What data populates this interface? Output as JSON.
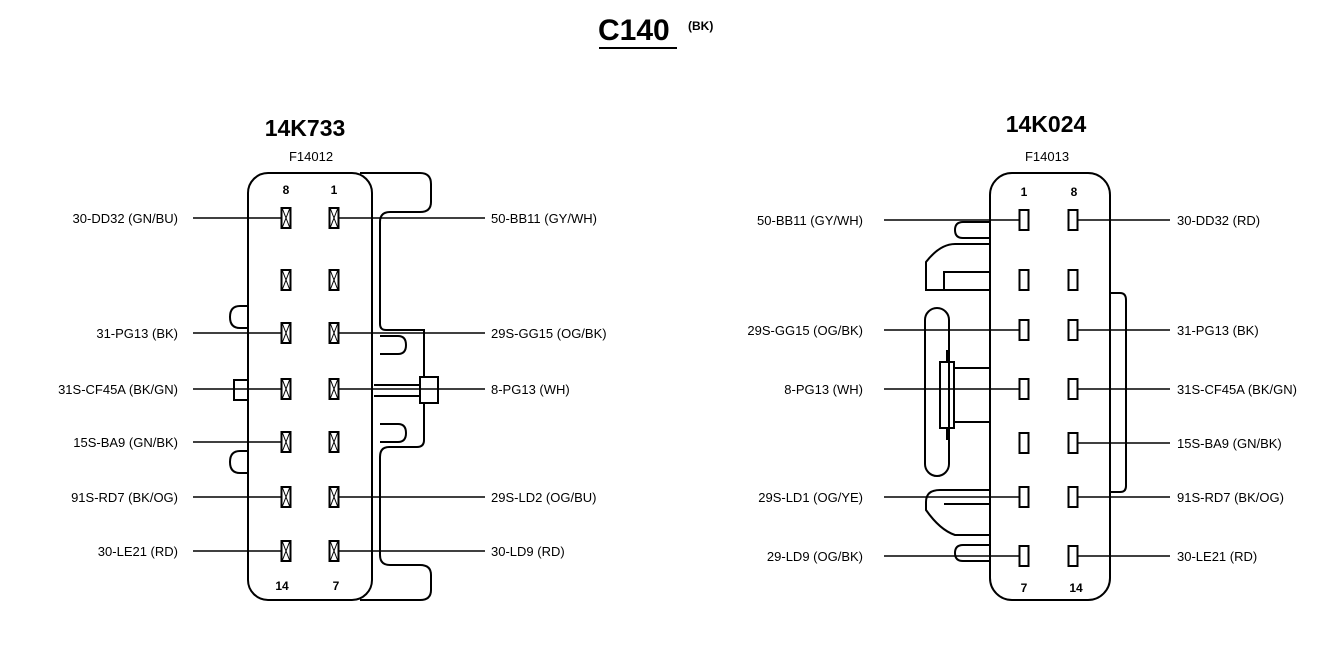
{
  "header": {
    "title": "C140",
    "subtitle": "(BK)"
  },
  "connectors": [
    {
      "id": "left",
      "name": "14K733",
      "part": "F14012",
      "corner_labels": {
        "top_left": "8",
        "top_right": "1",
        "bottom_left": "14",
        "bottom_right": "7"
      },
      "wires_left": [
        {
          "label": "30-DD32 (GN/BU)",
          "row": 0
        },
        {
          "label": "31-PG13 (BK)",
          "row": 2
        },
        {
          "label": "31S-CF45A (BK/GN)",
          "row": 3
        },
        {
          "label": "15S-BA9 (GN/BK)",
          "row": 4
        },
        {
          "label": "91S-RD7 (BK/OG)",
          "row": 5
        },
        {
          "label": "30-LE21 (RD)",
          "row": 6
        }
      ],
      "wires_right": [
        {
          "label": "50-BB11 (GY/WH)",
          "row": 0
        },
        {
          "label": "29S-GG15 (OG/BK)",
          "row": 2
        },
        {
          "label": "8-PG13 (WH)",
          "row": 3
        },
        {
          "label": "29S-LD2 (OG/BU)",
          "row": 5
        },
        {
          "label": "30-LD9 (RD)",
          "row": 6
        }
      ]
    },
    {
      "id": "right",
      "name": "14K024",
      "part": "F14013",
      "corner_labels": {
        "top_left": "1",
        "top_right": "8",
        "bottom_left": "7",
        "bottom_right": "14"
      },
      "wires_left": [
        {
          "label": "50-BB11 (GY/WH)",
          "row": 0
        },
        {
          "label": "29S-GG15 (OG/BK)",
          "row": 2
        },
        {
          "label": "8-PG13 (WH)",
          "row": 3
        },
        {
          "label": "29S-LD1 (OG/YE)",
          "row": 5
        },
        {
          "label": "29-LD9 (OG/BK)",
          "row": 6
        }
      ],
      "wires_right": [
        {
          "label": "30-DD32 (RD)",
          "row": 0
        },
        {
          "label": "31-PG13 (BK)",
          "row": 2
        },
        {
          "label": "31S-CF45A (BK/GN)",
          "row": 3
        },
        {
          "label": "15S-BA9 (GN/BK)",
          "row": 4
        },
        {
          "label": "91S-RD7 (BK/OG)",
          "row": 5
        },
        {
          "label": "30-LE21 (RD)",
          "row": 6
        }
      ]
    }
  ]
}
